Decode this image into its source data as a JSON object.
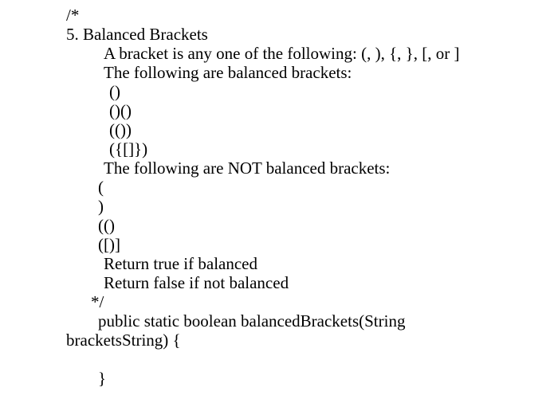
{
  "page": {
    "background_color": "#ffffff",
    "text_color": "#000000"
  },
  "document": {
    "comment_open": "/*",
    "problem_number": "5",
    "problem_title": "5. Balanced Brackets",
    "method_signature": "public static boolean balancedBrackets(String bracketsString) {",
    "balanced_examples": [
      "()",
      "()()",
      "(())",
      "({[]})"
    ],
    "unbalanced_examples": [
      "(",
      ")",
      "(()",
      "([)]"
    ],
    "lines": [
      {
        "text": "/*",
        "indent": 0
      },
      {
        "text": "5. Balanced Brackets",
        "indent": 0
      },
      {
        "text": "A bracket is any one of the following: (, ), {, }, [, or ]",
        "indent": 1
      },
      {
        "text": "The following are balanced brackets:",
        "indent": 1
      },
      {
        "text": "()",
        "indent": 2
      },
      {
        "text": "()()",
        "indent": 2
      },
      {
        "text": "(())",
        "indent": 2
      },
      {
        "text": "({[]})",
        "indent": 2
      },
      {
        "text": "The following are NOT balanced brackets:",
        "indent": 1
      },
      {
        "text": "(",
        "indent": 3
      },
      {
        "text": ")",
        "indent": 3
      },
      {
        "text": "(()",
        "indent": 3
      },
      {
        "text": "([)]",
        "indent": 3
      },
      {
        "text": "Return true if balanced",
        "indent": 1
      },
      {
        "text": "Return false if not balanced",
        "indent": 1
      },
      {
        "text": "*/",
        "indent": 4
      },
      {
        "text": "public static boolean balancedBrackets(String",
        "indent": 3
      },
      {
        "text": "bracketsString) {",
        "indent": 0
      },
      {
        "text": "",
        "indent": 0
      },
      {
        "text": "}",
        "indent": 3
      }
    ]
  }
}
